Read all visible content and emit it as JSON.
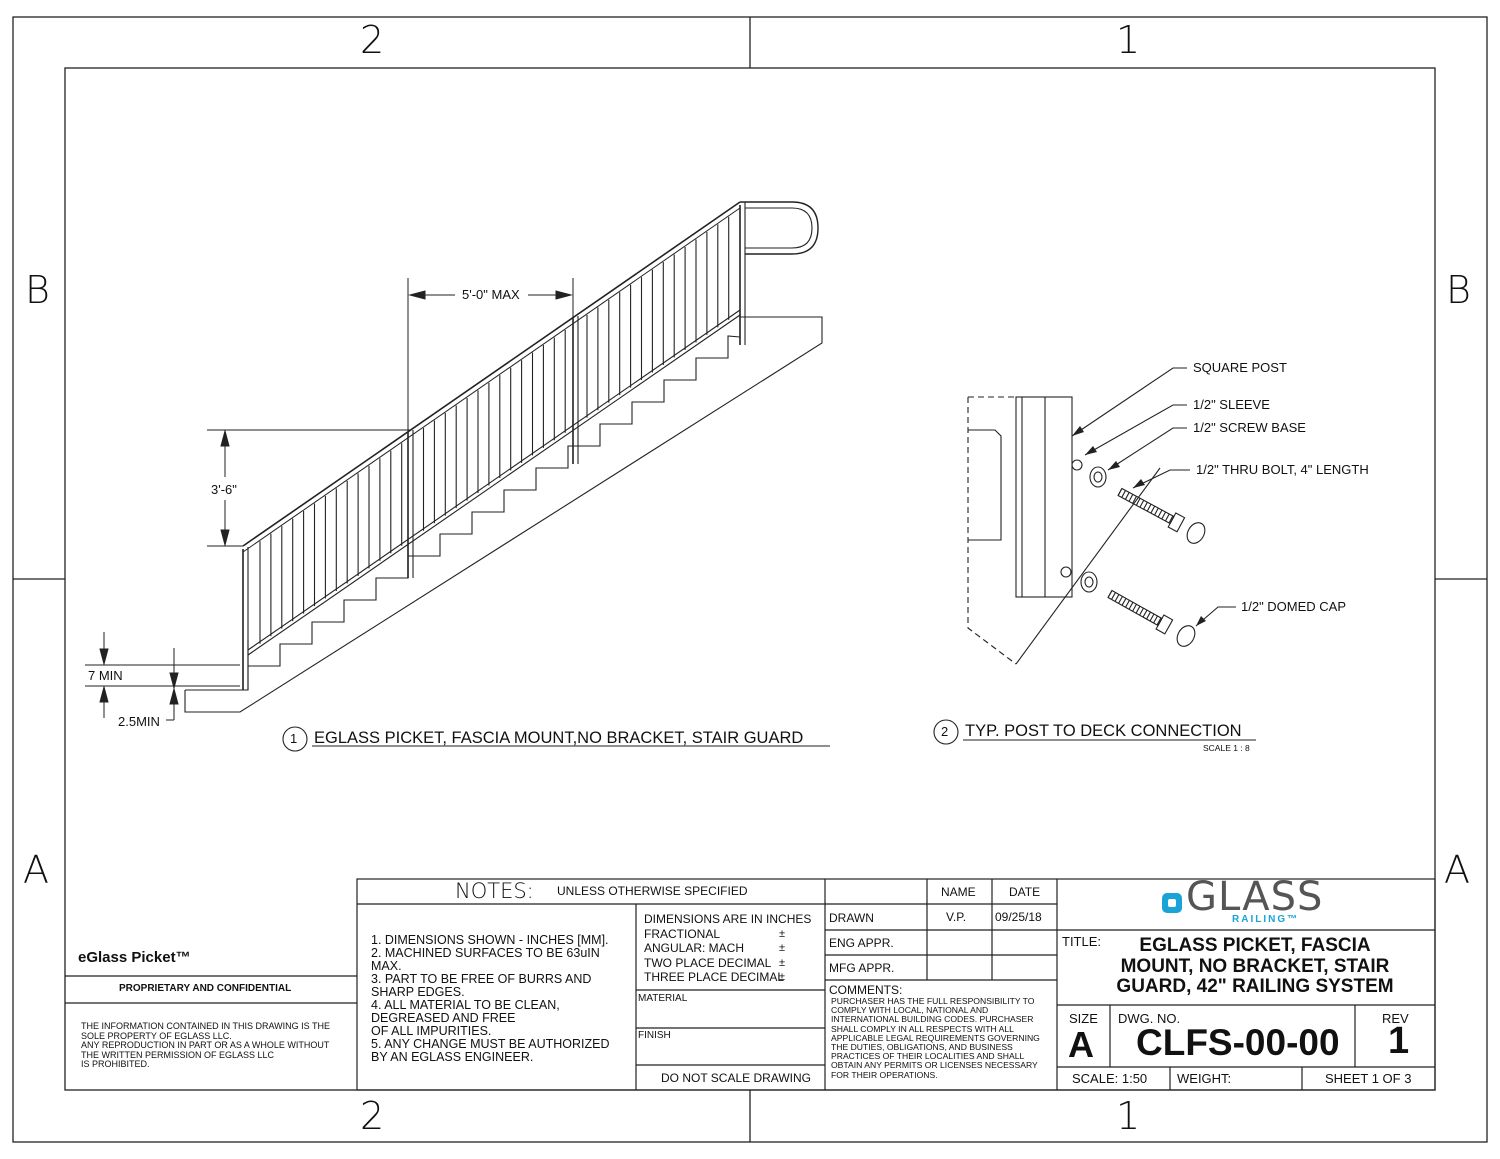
{
  "zones": {
    "top_left": "2",
    "top_right": "1",
    "bottom_left": "2",
    "bottom_right": "1",
    "left_upper": "B",
    "right_upper": "B",
    "left_lower": "A",
    "right_lower": "A"
  },
  "view1": {
    "number": "1",
    "title": "EGLASS PICKET, FASCIA MOUNT,NO BRACKET, STAIR GUARD",
    "dim_spacing": "5'-0\" MAX",
    "dim_height": "3'-6\"",
    "dim_toe_min": "7 MIN",
    "dim_edge_min": "2.5MIN"
  },
  "view2": {
    "number": "2",
    "title": "TYP. POST TO DECK CONNECTION",
    "scale": "SCALE 1 : 8",
    "callouts": [
      "SQUARE POST",
      "1/2\" SLEEVE",
      "1/2\" SCREW BASE",
      "1/2\" THRU BOLT, 4\" LENGTH",
      "1/2\" DOMED CAP"
    ]
  },
  "left_block": {
    "product": "eGlass Picket™",
    "confidential": "PROPRIETARY AND CONFIDENTIAL",
    "legal": [
      "THE INFORMATION CONTAINED IN THIS DRAWING IS THE",
      "SOLE PROPERTY OF EGLASS LLC.",
      "ANY REPRODUCTION IN PART OR AS A WHOLE WITHOUT",
      "THE WRITTEN PERMISSION OF EGLASS LLC",
      "IS PROHIBITED."
    ]
  },
  "notes": {
    "heading": "NOTES:",
    "subheading": "UNLESS OTHERWISE SPECIFIED",
    "items": [
      "1. DIMENSIONS SHOWN - INCHES [MM].",
      "2. MACHINED SURFACES TO BE 63uIN",
      "MAX.",
      "3. PART TO BE FREE OF BURRS AND",
      "SHARP EDGES.",
      "4. ALL MATERIAL TO BE CLEAN,",
      "DEGREASED AND FREE",
      "OF ALL IMPURITIES.",
      "5. ANY CHANGE MUST BE AUTHORIZED",
      "BY AN EGLASS ENGINEER."
    ],
    "dimensions_header": "DIMENSIONS ARE IN INCHES",
    "tolerances": [
      "FRACTIONAL",
      "ANGULAR: MACH",
      "TWO PLACE DECIMAL",
      "THREE PLACE DECIMAL"
    ],
    "plus_minus": "±",
    "material_label": "MATERIAL",
    "finish_label": "FINISH",
    "no_scale": "DO NOT SCALE DRAWING"
  },
  "approvals": {
    "col_name": "NAME",
    "col_date": "DATE",
    "rows": [
      {
        "label": "DRAWN",
        "name": "V.P.",
        "date": "09/25/18"
      },
      {
        "label": "ENG APPR.",
        "name": "",
        "date": ""
      },
      {
        "label": "MFG APPR.",
        "name": "",
        "date": ""
      }
    ],
    "comments_label": "COMMENTS:",
    "comments": [
      "PURCHASER HAS THE FULL RESPONSIBILITY TO",
      "COMPLY WITH LOCAL, NATIONAL AND",
      "INTERNATIONAL BUILDING CODES. PURCHASER",
      "SHALL COMPLY IN ALL RESPECTS WITH ALL",
      "APPLICABLE LEGAL REQUIREMENTS GOVERNING",
      "THE DUTIES, OBLIGATIONS, AND BUSINESS",
      "PRACTICES OF THEIR LOCALITIES AND SHALL",
      "OBTAIN ANY PERMITS OR LICENSES NECESSARY",
      "FOR THEIR OPERATIONS."
    ]
  },
  "title_block": {
    "logo_main": "GLASS",
    "logo_sub": "RAILING™",
    "logo_color": "#1aa3d6",
    "title_label": "TITLE:",
    "title_lines": [
      "EGLASS PICKET, FASCIA",
      "MOUNT, NO BRACKET, STAIR",
      "GUARD, 42\" RAILING SYSTEM"
    ],
    "size_label": "SIZE",
    "size": "A",
    "dwg_label": "DWG.  NO.",
    "dwg_no": "CLFS-00-00",
    "rev_label": "REV",
    "rev": "1",
    "scale": "SCALE: 1:50",
    "weight": "WEIGHT:",
    "sheet": "SHEET 1 OF 3"
  }
}
